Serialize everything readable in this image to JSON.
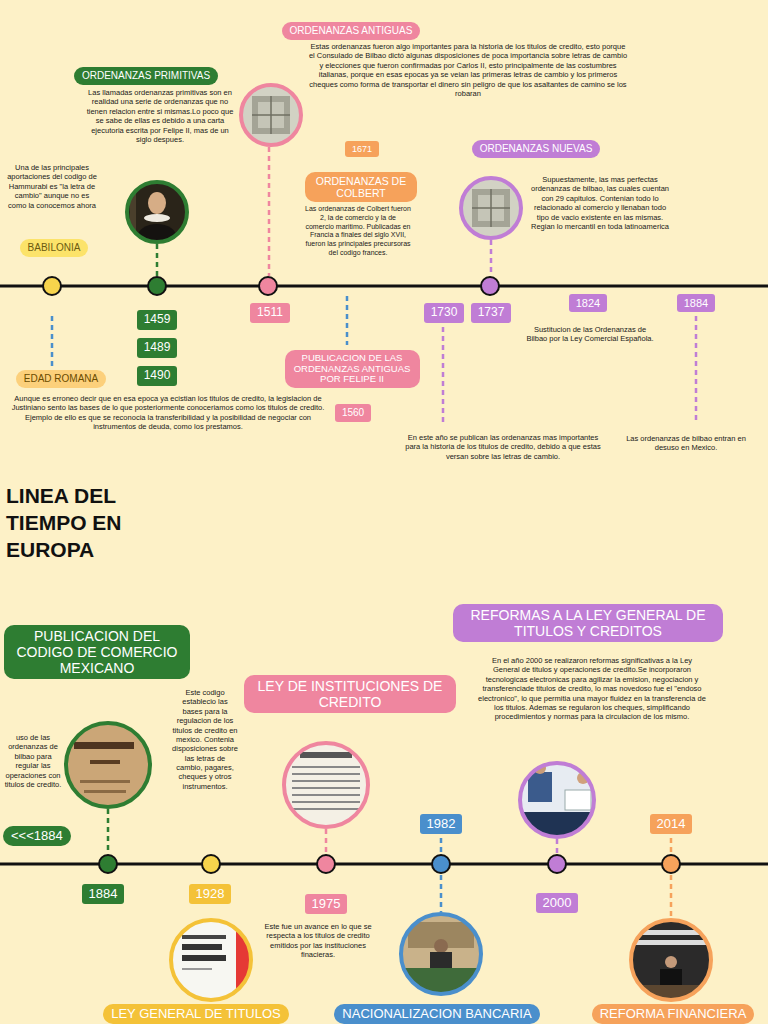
{
  "diagram": {
    "title": "LINEA DEL TIEMPO EN EUROPA",
    "nodes": [
      {
        "text": [
          "ORDENANZAS ANTIGUAS"
        ]
      },
      {
        "text": [
          "ORDENANZAS PRIMITIVAS"
        ]
      },
      {
        "text": [
          "1671"
        ]
      },
      {
        "text": [
          "ORDENANZAS NUEVAS"
        ]
      },
      {
        "text": [
          "ORDENANZAS DE COLBERT"
        ]
      },
      {
        "text": [
          "BABILONIA"
        ]
      },
      {
        "text": [
          "1459"
        ]
      },
      {
        "text": [
          "1489"
        ]
      },
      {
        "text": [
          "1490"
        ]
      },
      {
        "text": [
          "1511"
        ]
      },
      {
        "text": [
          "1730"
        ]
      },
      {
        "text": [
          "1737"
        ]
      },
      {
        "text": [
          "1824"
        ]
      },
      {
        "text": [
          "1884"
        ]
      },
      {
        "text": [
          "PUBLICACION DE LAS ORDENANZAS ANTIGUAS POR FELIPE II"
        ]
      },
      {
        "text": [
          "EDAD ROMANA"
        ]
      },
      {
        "text": [
          "1560"
        ]
      },
      {
        "text": [
          "REFORMAS A LA LEY GENERAL DE TITULOS Y CREDITOS"
        ]
      },
      {
        "text": [
          "PUBLICACION DEL CODIGO DE COMERCIO MEXICANO"
        ]
      },
      {
        "text": [
          "LEY DE INSTITUCIONES DE CREDITO"
        ]
      },
      {
        "text": [
          "<<<1884"
        ]
      },
      {
        "text": [
          "1982"
        ]
      },
      {
        "text": [
          "2014"
        ]
      },
      {
        "text": [
          "1884"
        ]
      },
      {
        "text": [
          "1928"
        ]
      },
      {
        "text": [
          "2000"
        ]
      },
      {
        "text": [
          "1975"
        ]
      },
      {
        "text": [
          "LEY GENERAL DE TITULOS"
        ]
      },
      {
        "text": [
          "NACIONALIZACION BANCARIA"
        ]
      },
      {
        "text": [
          "REFORMA FINANCIERA"
        ]
      }
    ],
    "labels": [
      "Estas ordenanzas fueron algo importantes para la historia de los titulos de credito, esto porque el Consulado de Bilbao dictó algunas disposiciones de poca importancia sobre letras de cambio y elecciones que fueron confirmadas por Carlos II, esto principalmente de las costumbres italianas, porque en esas epocas ya se veian las primeras letras de cambio y los primeros cheques como forma de transportar el dinero sin peligro de que los asaltantes de camino se los robaran",
      "Las llamadas ordenanzas primitivas son en realidad una serie de ordenanzas que no tienen relacion entre si mismas.Lo poco que se sabe de ellas es debido a una carta ejecutoria escrita por Felipe II, mas de un siglo despues.",
      "Una de las principales aportaciones del codigo de Hammurabi es \"la letra de cambio\" aunque no es como la conocemos ahora",
      "Supuestamente, las mas perfectas ordenanzas de bilbao, las cuales cuentan con 29 capitulos. Contenian todo lo relacionado al comercio y llenaban todo tipo de vacio existente en las mismas. Regian lo mercantil en toda latinoamerica",
      "Las ordenanzas de Colbert fueron 2, la de comercio y la de comercio maritimo. Publicadas en Francia a finales del siglo XVII, fueron las principales precursoras del codigo frances.",
      "Sustitucion de las Ordenanzas de Bilbao por la Ley Comercial Española.",
      "Aunque es erroneo decir que en esa epoca ya ecistian los titulos de credito, la legislacion de Justiniano sento las bases de lo que posteriormente conoceriamos como los titulos de credito. Ejemplo de ello es que se reconocia la transferibilidad y la posibilidad de negociar con instrumentos de deuda, como los prestamos.",
      "En este año se publican las ordenanzas mas importantes para la historia de los titulos de credito, debido a que estas versan sobre las letras de cambio.",
      "Las ordenanzas de bilbao entran en desuso en Mexico.",
      "uso de las ordenanzas de bilbao para regular las operaciones con titulos de credito.",
      "Este codigo establecio las bases para la regulacion de los titulos de credito en mexico. Contenia disposiciones sobre las letras de cambio, pagares, cheques y otros instrumentos.",
      "En el año 2000 se realizaron reformas significativas a la Ley General de titulos y operaciones de credito.Se incorporaron tecnologicas electronicas para agilizar la emision, negociacion y transferenciade titulos de credito, lo mas novedoso fue el \"endoso electronico\", lo que permitia una mayor fluidez en la transferencia de los titulos. Ademas se regularon los cheques, simplificando procedimientos y normas para la circulacion de los mismo.",
      "Este fue un avance en lo que se respecta a los titulos de credito emitidos por las instituciones finacieras."
    ]
  }
}
